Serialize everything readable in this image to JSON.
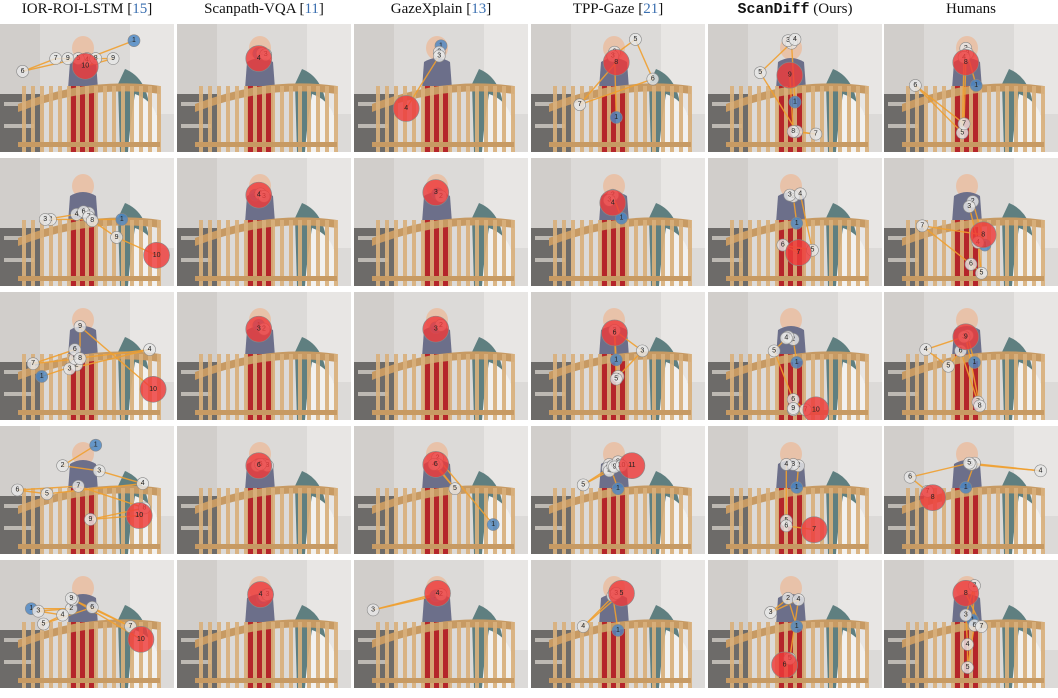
{
  "columns": [
    {
      "name": "IOR-ROI-LSTM",
      "ref": "15",
      "emphasis": false
    },
    {
      "name": "Scanpath-VQA",
      "ref": "11",
      "emphasis": false
    },
    {
      "name": "GazeXplain",
      "ref": "13",
      "emphasis": false
    },
    {
      "name": "TPP-Gaze",
      "ref": "21",
      "emphasis": false
    },
    {
      "name": "ScanDiff",
      "suffix": "(Ours)",
      "emphasis": true
    },
    {
      "name": "Humans",
      "ref": "",
      "emphasis": false
    }
  ],
  "colors": {
    "first_fixation": "#4a86c5",
    "last_fixation": "#ee3b3b",
    "fixation": "#e6e6e6",
    "path": "#f0a030"
  },
  "rows": [
    [
      [
        [
          0.77,
          0.13,
          0,
          1
        ],
        [
          0.5,
          0.27,
          0,
          3
        ],
        [
          0.45,
          0.27,
          0,
          5
        ],
        [
          0.5,
          0.28,
          0,
          4
        ],
        [
          0.13,
          0.37,
          0,
          6
        ],
        [
          0.39,
          0.27,
          0,
          9
        ],
        [
          0.32,
          0.27,
          0,
          7
        ],
        [
          0.55,
          0.27,
          0,
          8
        ],
        [
          0.65,
          0.27,
          0,
          9
        ],
        [
          0.49,
          0.33,
          1,
          10
        ]
      ],
      [
        [
          0.47,
          0.23,
          0,
          1
        ],
        [
          0.49,
          0.23,
          0,
          2
        ],
        [
          0.51,
          0.24,
          0,
          3
        ],
        [
          0.47,
          0.27,
          1,
          4
        ]
      ],
      [
        [
          0.5,
          0.17,
          0,
          1
        ],
        [
          0.49,
          0.22,
          0,
          2
        ],
        [
          0.49,
          0.25,
          0,
          3
        ],
        [
          0.3,
          0.66,
          1,
          4
        ]
      ],
      [
        [
          0.49,
          0.73,
          0,
          1
        ],
        [
          0.48,
          0.22,
          0,
          2
        ],
        [
          0.47,
          0.25,
          0,
          3
        ],
        [
          0.6,
          0.12,
          0,
          5
        ],
        [
          0.7,
          0.43,
          0,
          6
        ],
        [
          0.28,
          0.63,
          0,
          7
        ],
        [
          0.49,
          0.3,
          1,
          8
        ]
      ],
      [
        [
          0.5,
          0.61,
          0,
          1
        ],
        [
          0.48,
          0.15,
          0,
          2
        ],
        [
          0.46,
          0.13,
          0,
          3
        ],
        [
          0.5,
          0.12,
          0,
          4
        ],
        [
          0.3,
          0.38,
          0,
          5
        ],
        [
          0.51,
          0.84,
          0,
          6
        ],
        [
          0.62,
          0.86,
          0,
          7
        ],
        [
          0.49,
          0.84,
          0,
          8
        ],
        [
          0.47,
          0.4,
          1,
          9
        ]
      ],
      [
        [
          0.53,
          0.48,
          0,
          1
        ],
        [
          0.47,
          0.19,
          0,
          2
        ],
        [
          0.48,
          0.23,
          0,
          3
        ],
        [
          0.46,
          0.26,
          0,
          4
        ],
        [
          0.45,
          0.85,
          0,
          5
        ],
        [
          0.18,
          0.48,
          0,
          6
        ],
        [
          0.46,
          0.78,
          0,
          7
        ],
        [
          0.47,
          0.3,
          1,
          8
        ]
      ]
    ],
    [
      [
        [
          0.7,
          0.48,
          0,
          1
        ],
        [
          0.29,
          0.48,
          0,
          2
        ],
        [
          0.26,
          0.48,
          0,
          3
        ],
        [
          0.44,
          0.44,
          0,
          4
        ],
        [
          0.51,
          0.43,
          0,
          5
        ],
        [
          0.48,
          0.42,
          0,
          6
        ],
        [
          0.51,
          0.46,
          0,
          7
        ],
        [
          0.53,
          0.49,
          0,
          8
        ],
        [
          0.67,
          0.62,
          0,
          9
        ],
        [
          0.9,
          0.76,
          1,
          10
        ]
      ],
      [
        [
          0.45,
          0.29,
          0,
          1
        ],
        [
          0.48,
          0.28,
          0,
          2
        ],
        [
          0.5,
          0.3,
          0,
          3
        ],
        [
          0.47,
          0.29,
          1,
          4
        ]
      ],
      [
        [
          0.48,
          0.28,
          0,
          1
        ],
        [
          0.5,
          0.3,
          0,
          2
        ],
        [
          0.47,
          0.27,
          1,
          3
        ]
      ],
      [
        [
          0.52,
          0.47,
          0,
          1
        ],
        [
          0.47,
          0.29,
          0,
          2
        ],
        [
          0.45,
          0.33,
          0,
          3
        ],
        [
          0.47,
          0.35,
          1,
          4
        ]
      ],
      [
        [
          0.51,
          0.51,
          0,
          1
        ],
        [
          0.49,
          0.3,
          0,
          2
        ],
        [
          0.47,
          0.29,
          0,
          3
        ],
        [
          0.53,
          0.28,
          0,
          4
        ],
        [
          0.6,
          0.72,
          0,
          5
        ],
        [
          0.43,
          0.68,
          0,
          6
        ],
        [
          0.52,
          0.74,
          1,
          7
        ]
      ],
      [
        [
          0.58,
          0.68,
          0,
          1
        ],
        [
          0.51,
          0.34,
          0,
          2
        ],
        [
          0.49,
          0.38,
          0,
          3
        ],
        [
          0.54,
          0.66,
          0,
          4
        ],
        [
          0.56,
          0.9,
          0,
          5
        ],
        [
          0.5,
          0.83,
          0,
          6
        ],
        [
          0.22,
          0.53,
          0,
          7
        ],
        [
          0.57,
          0.6,
          1,
          8
        ]
      ]
    ],
    [
      [
        [
          0.24,
          0.66,
          0,
          1
        ],
        [
          0.44,
          0.57,
          0,
          2
        ],
        [
          0.4,
          0.6,
          0,
          3
        ],
        [
          0.86,
          0.45,
          0,
          4
        ],
        [
          0.43,
          0.52,
          0,
          5
        ],
        [
          0.43,
          0.45,
          0,
          6
        ],
        [
          0.19,
          0.56,
          0,
          7
        ],
        [
          0.46,
          0.52,
          0,
          8
        ],
        [
          0.46,
          0.27,
          0,
          9
        ],
        [
          0.88,
          0.76,
          1,
          10
        ]
      ],
      [
        [
          0.47,
          0.26,
          0,
          1
        ],
        [
          0.5,
          0.29,
          0,
          2
        ],
        [
          0.47,
          0.29,
          1,
          3
        ]
      ],
      [
        [
          0.47,
          0.28,
          0,
          1
        ],
        [
          0.5,
          0.26,
          0,
          2
        ],
        [
          0.47,
          0.29,
          1,
          3
        ]
      ],
      [
        [
          0.49,
          0.53,
          0,
          1
        ],
        [
          0.48,
          0.3,
          0,
          2
        ],
        [
          0.64,
          0.46,
          0,
          3
        ],
        [
          0.5,
          0.66,
          0,
          4
        ],
        [
          0.49,
          0.68,
          0,
          5
        ],
        [
          0.48,
          0.32,
          1,
          6
        ]
      ],
      [
        [
          0.51,
          0.55,
          0,
          1
        ],
        [
          0.49,
          0.37,
          0,
          2
        ],
        [
          0.46,
          0.35,
          0,
          3
        ],
        [
          0.45,
          0.36,
          0,
          4
        ],
        [
          0.38,
          0.46,
          0,
          5
        ],
        [
          0.49,
          0.84,
          0,
          6
        ],
        [
          0.56,
          0.92,
          0,
          7
        ],
        [
          0.49,
          0.92,
          0,
          8
        ],
        [
          0.49,
          0.91,
          0,
          9
        ],
        [
          0.62,
          0.92,
          1,
          10
        ]
      ],
      [
        [
          0.52,
          0.55,
          0,
          1
        ],
        [
          0.48,
          0.34,
          0,
          2
        ],
        [
          0.46,
          0.35,
          0,
          3
        ],
        [
          0.24,
          0.45,
          0,
          4
        ],
        [
          0.37,
          0.58,
          0,
          5
        ],
        [
          0.44,
          0.46,
          0,
          6
        ],
        [
          0.54,
          0.86,
          0,
          7
        ],
        [
          0.55,
          0.89,
          0,
          8
        ],
        [
          0.47,
          0.35,
          1,
          9
        ]
      ]
    ],
    [
      [
        [
          0.55,
          0.15,
          0,
          1
        ],
        [
          0.36,
          0.31,
          0,
          2
        ],
        [
          0.57,
          0.35,
          0,
          3
        ],
        [
          0.82,
          0.45,
          0,
          4
        ],
        [
          0.27,
          0.53,
          0,
          5
        ],
        [
          0.1,
          0.5,
          0,
          6
        ],
        [
          0.45,
          0.47,
          0,
          7
        ],
        [
          0.83,
          0.64,
          0,
          8
        ],
        [
          0.52,
          0.73,
          0,
          9
        ],
        [
          0.8,
          0.7,
          1,
          10
        ]
      ],
      [
        [
          0.47,
          0.3,
          0,
          1
        ],
        [
          0.5,
          0.3,
          0,
          2
        ],
        [
          0.52,
          0.31,
          0,
          3
        ],
        [
          0.46,
          0.31,
          0,
          4
        ],
        [
          0.48,
          0.3,
          0,
          5
        ],
        [
          0.47,
          0.31,
          1,
          6
        ]
      ],
      [
        [
          0.8,
          0.77,
          0,
          1
        ],
        [
          0.48,
          0.25,
          0,
          2
        ],
        [
          0.48,
          0.3,
          0,
          3
        ],
        [
          0.46,
          0.3,
          0,
          4
        ],
        [
          0.58,
          0.49,
          0,
          5
        ],
        [
          0.47,
          0.3,
          1,
          6
        ]
      ],
      [
        [
          0.5,
          0.49,
          0,
          1
        ],
        [
          0.45,
          0.3,
          0,
          2
        ],
        [
          0.44,
          0.33,
          0,
          3
        ],
        [
          0.45,
          0.35,
          0,
          4
        ],
        [
          0.3,
          0.46,
          0,
          5
        ],
        [
          0.47,
          0.31,
          0,
          6
        ],
        [
          0.51,
          0.3,
          0,
          7
        ],
        [
          0.5,
          0.28,
          0,
          8
        ],
        [
          0.48,
          0.32,
          0,
          9
        ],
        [
          0.52,
          0.31,
          0,
          10
        ],
        [
          0.58,
          0.31,
          1,
          11
        ]
      ],
      [
        [
          0.51,
          0.48,
          0,
          1
        ],
        [
          0.52,
          0.31,
          0,
          2
        ],
        [
          0.49,
          0.3,
          0,
          3
        ],
        [
          0.45,
          0.3,
          0,
          4
        ],
        [
          0.45,
          0.74,
          0,
          5
        ],
        [
          0.45,
          0.78,
          0,
          6
        ],
        [
          0.61,
          0.81,
          1,
          7
        ]
      ],
      [
        [
          0.47,
          0.48,
          0,
          1
        ],
        [
          0.52,
          0.29,
          0,
          2
        ],
        [
          0.5,
          0.3,
          0,
          3
        ],
        [
          0.9,
          0.35,
          0,
          4
        ],
        [
          0.49,
          0.29,
          0,
          5
        ],
        [
          0.15,
          0.4,
          0,
          6
        ],
        [
          0.25,
          0.51,
          0,
          7
        ],
        [
          0.28,
          0.56,
          1,
          8
        ]
      ]
    ],
    [
      [
        [
          0.18,
          0.38,
          0,
          1
        ],
        [
          0.41,
          0.38,
          0,
          2
        ],
        [
          0.22,
          0.4,
          0,
          3
        ],
        [
          0.36,
          0.43,
          0,
          4
        ],
        [
          0.25,
          0.5,
          0,
          5
        ],
        [
          0.53,
          0.37,
          0,
          6
        ],
        [
          0.75,
          0.52,
          0,
          7
        ],
        [
          0.42,
          0.31,
          0,
          8
        ],
        [
          0.41,
          0.3,
          0,
          9
        ],
        [
          0.81,
          0.62,
          1,
          10
        ]
      ],
      [
        [
          0.49,
          0.3,
          0,
          1
        ],
        [
          0.5,
          0.28,
          0,
          2
        ],
        [
          0.52,
          0.27,
          0,
          3
        ],
        [
          0.48,
          0.27,
          1,
          4
        ]
      ],
      [
        [
          0.47,
          0.28,
          0,
          1
        ],
        [
          0.5,
          0.27,
          0,
          2
        ],
        [
          0.11,
          0.39,
          0,
          3
        ],
        [
          0.48,
          0.26,
          1,
          4
        ]
      ],
      [
        [
          0.5,
          0.55,
          0,
          1
        ],
        [
          0.47,
          0.28,
          0,
          2
        ],
        [
          0.49,
          0.26,
          0,
          3
        ],
        [
          0.3,
          0.52,
          0,
          4
        ],
        [
          0.52,
          0.26,
          1,
          5
        ]
      ],
      [
        [
          0.51,
          0.52,
          0,
          1
        ],
        [
          0.46,
          0.3,
          0,
          2
        ],
        [
          0.36,
          0.41,
          0,
          3
        ],
        [
          0.52,
          0.31,
          0,
          4
        ],
        [
          0.47,
          0.77,
          0,
          5
        ],
        [
          0.44,
          0.82,
          1,
          6
        ]
      ],
      [
        [
          0.51,
          0.47,
          0,
          1
        ],
        [
          0.52,
          0.2,
          0,
          2
        ],
        [
          0.47,
          0.43,
          0,
          3
        ],
        [
          0.48,
          0.66,
          0,
          4
        ],
        [
          0.48,
          0.84,
          0,
          5
        ],
        [
          0.52,
          0.51,
          0,
          6
        ],
        [
          0.56,
          0.52,
          0,
          7
        ],
        [
          0.47,
          0.26,
          1,
          8
        ]
      ]
    ]
  ]
}
